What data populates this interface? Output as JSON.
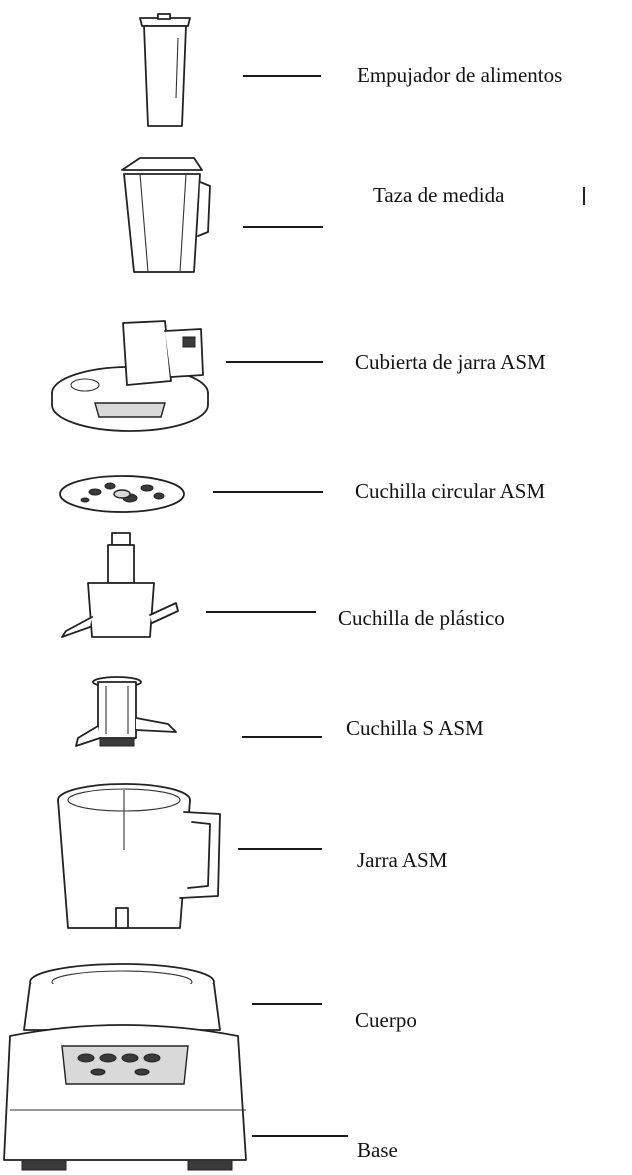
{
  "parts": [
    {
      "label": "Empujador de alimentos",
      "icon": "food-pusher-icon"
    },
    {
      "label": "Taza de medida",
      "icon": "measuring-cup-icon"
    },
    {
      "label": "Cubierta de jarra ASM",
      "icon": "jar-cover-icon"
    },
    {
      "label": "Cuchilla circular ASM",
      "icon": "circular-blade-icon"
    },
    {
      "label": "Cuchilla de plástico",
      "icon": "plastic-blade-icon"
    },
    {
      "label": "Cuchilla S ASM",
      "icon": "s-blade-icon"
    },
    {
      "label": "Jarra ASM",
      "icon": "jar-icon"
    },
    {
      "label": "Cuerpo",
      "icon": "motor-body-icon"
    },
    {
      "label": "Base",
      "icon": "base-icon"
    }
  ]
}
